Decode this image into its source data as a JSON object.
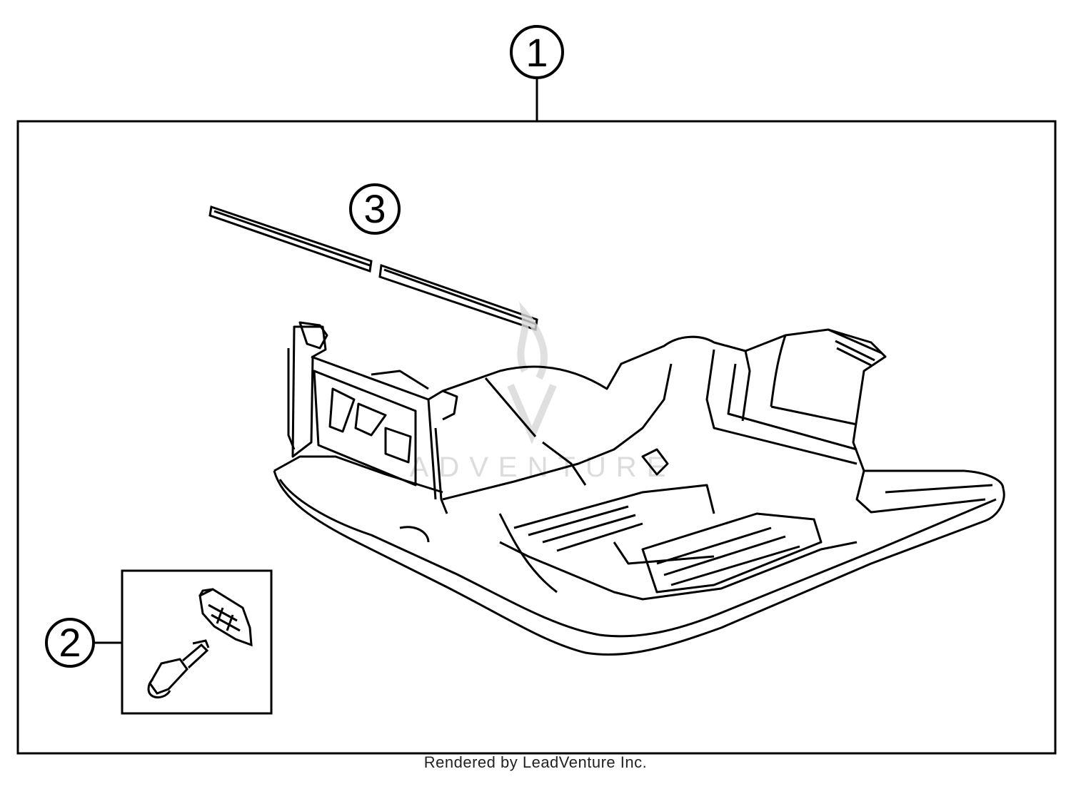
{
  "callouts": [
    {
      "id": "1",
      "label": "1"
    },
    {
      "id": "2",
      "label": "2"
    },
    {
      "id": "3",
      "label": "3"
    }
  ],
  "watermark": {
    "text": "ADVENTURE"
  },
  "footer": {
    "text": "Rendered by LeadVenture Inc."
  },
  "colors": {
    "line": "#000000",
    "background": "#ffffff",
    "watermark": "#d8d8d8"
  }
}
